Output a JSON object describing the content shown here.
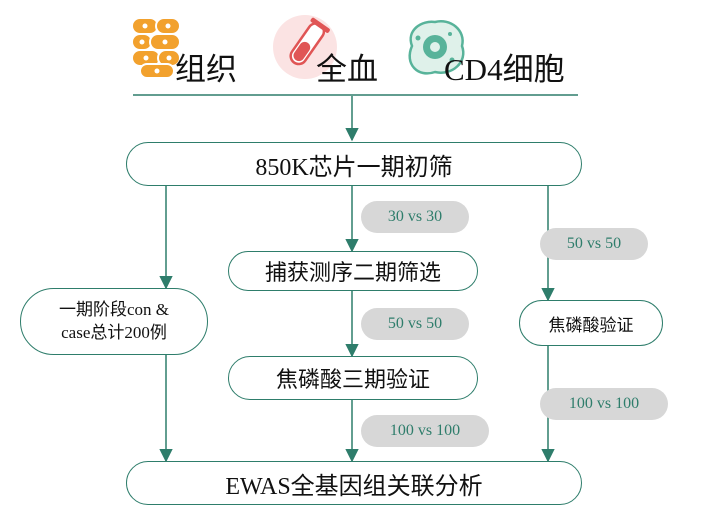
{
  "header": {
    "samples": [
      {
        "label": "组织",
        "icon": "tissue-cells-icon"
      },
      {
        "label": "全血",
        "icon": "blood-tube-icon"
      },
      {
        "label": "CD4细胞",
        "icon": "cell-icon"
      }
    ]
  },
  "flow": {
    "top": "850K芯片一期初筛",
    "capture": "捕获测序二期筛选",
    "pyro_mid": "焦磷酸三期验证",
    "left_box": {
      "line1": "一期阶段con &",
      "line2": "case总计200例"
    },
    "pyro_right": "焦磷酸验证",
    "bottom": "EWAS全基因组关联分析"
  },
  "pills": {
    "p1": "30 vs 30",
    "p2": "50 vs 50",
    "p3": "100 vs 100",
    "p4": "50 vs 50",
    "p5": "100 vs 100"
  },
  "colors": {
    "accent": "#2e7d6b",
    "pill_bg": "#d7d7d7",
    "tissue_orange": "#f2a12d",
    "blood_red": "#e05555",
    "cell_teal": "#58b39a"
  }
}
